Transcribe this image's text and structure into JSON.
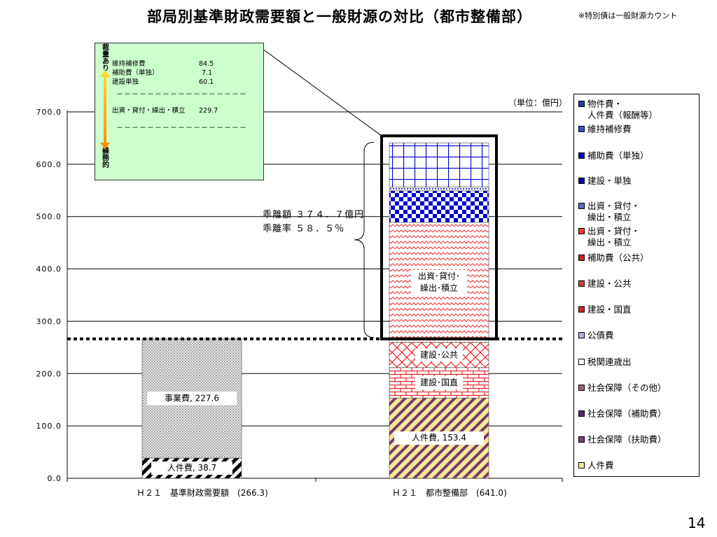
{
  "title": "部局別基準財政需要額と一般財源の対比（都市整備部）",
  "note": "※特別債は一般財源カウント",
  "page_number": "14",
  "unit_label": "（単位：億円）",
  "callout": {
    "top_label": "裁量あり",
    "bottom_label": "義務的",
    "lines": [
      {
        "name": "維持補修費",
        "value": "84.5"
      },
      {
        "name": "補助費（単独）",
        "value": "7.1"
      },
      {
        "name": "建設単独",
        "value": "60.1"
      }
    ],
    "dash1": "－－－－－－－－－－－－－－－－－",
    "extra_line": {
      "name": "出資・貸付・繰出・積立",
      "value": "229.7"
    },
    "dash2": "－－－－－－－－－－－－－－－－－"
  },
  "gap": {
    "amount_label": "乖離額",
    "amount_value": "３７４．７億円",
    "rate_label": "乖離率",
    "rate_value": "５８．５％"
  },
  "legend": [
    {
      "label": "物件費・\n人件費（報酬等）",
      "color": "#1f3fa8"
    },
    {
      "label": "維持補修費",
      "color": "#3355cc"
    },
    {
      "label": "補助費（単独）",
      "color": "#0000cc"
    },
    {
      "label": "建設・単独",
      "color": "#0000aa"
    },
    {
      "label": "出資・貸付・\n繰出・積立",
      "color": "#5a6cc0"
    },
    {
      "label": "出資・貸付・\n繰出・積立",
      "color": "#ff3333"
    },
    {
      "label": "補助費（公共）",
      "color": "#cc2222"
    },
    {
      "label": "建設・公共",
      "color": "#cc4444"
    },
    {
      "label": "建設・国直",
      "color": "#dd2222"
    },
    {
      "label": "公債費",
      "color": "#aab4e8"
    },
    {
      "label": "税関連歳出",
      "color": "#ffffff"
    },
    {
      "label": "社会保障（その他）",
      "color": "#996677"
    },
    {
      "label": "社会保障（補助費）",
      "color": "#5a2a6a"
    },
    {
      "label": "社会保障（扶助費）",
      "color": "#7a3a7a"
    },
    {
      "label": "人件費",
      "color": "#f5ea99"
    }
  ],
  "chart_data": {
    "type": "bar",
    "stacked": true,
    "ylim": [
      0,
      700
    ],
    "yticks": [
      "0.0",
      "100.0",
      "200.0",
      "300.0",
      "400.0",
      "500.0",
      "600.0",
      "700.0"
    ],
    "grid": true,
    "reference_line": 266.3,
    "bars": [
      {
        "category_label": "Ｈ２１　基準財政需要額",
        "total_label": "(266.3)",
        "segments": [
          {
            "name": "人件費",
            "value": 38.7,
            "label": "人件費, 38.7",
            "pattern": "diag-black",
            "show_label": true
          },
          {
            "name": "事業費",
            "value": 227.6,
            "label": "事業費, 227.6",
            "pattern": "dots-grey",
            "show_label": true
          }
        ]
      },
      {
        "category_label": "Ｈ２１　都市整備部",
        "total_label": "(641.0)",
        "segments": [
          {
            "name": "人件費",
            "value": 153.4,
            "label": "人件費, 153.4",
            "pattern": "diag-purple",
            "show_label": true
          },
          {
            "name": "建設・国直",
            "value": 58.0,
            "label": "建設･国直",
            "pattern": "brick-red",
            "show_label": true
          },
          {
            "name": "建設・公共",
            "value": 48.0,
            "label": "建設･公共",
            "pattern": "cross-red",
            "show_label": true
          },
          {
            "name": "出資・貸付・繰出・積立",
            "value": 229.7,
            "label": "出資･貸付･\n繰出･積立",
            "pattern": "wave-red",
            "show_label": true
          },
          {
            "name": "建設・単独",
            "value": 60.1,
            "label": "",
            "pattern": "check-blue",
            "show_label": false
          },
          {
            "name": "補助費（単独）",
            "value": 7.1,
            "label": "",
            "pattern": "dot-blue",
            "show_label": false
          },
          {
            "name": "維持補修費",
            "value": 84.5,
            "label": "",
            "pattern": "grid-blue",
            "show_label": false
          }
        ]
      }
    ]
  }
}
